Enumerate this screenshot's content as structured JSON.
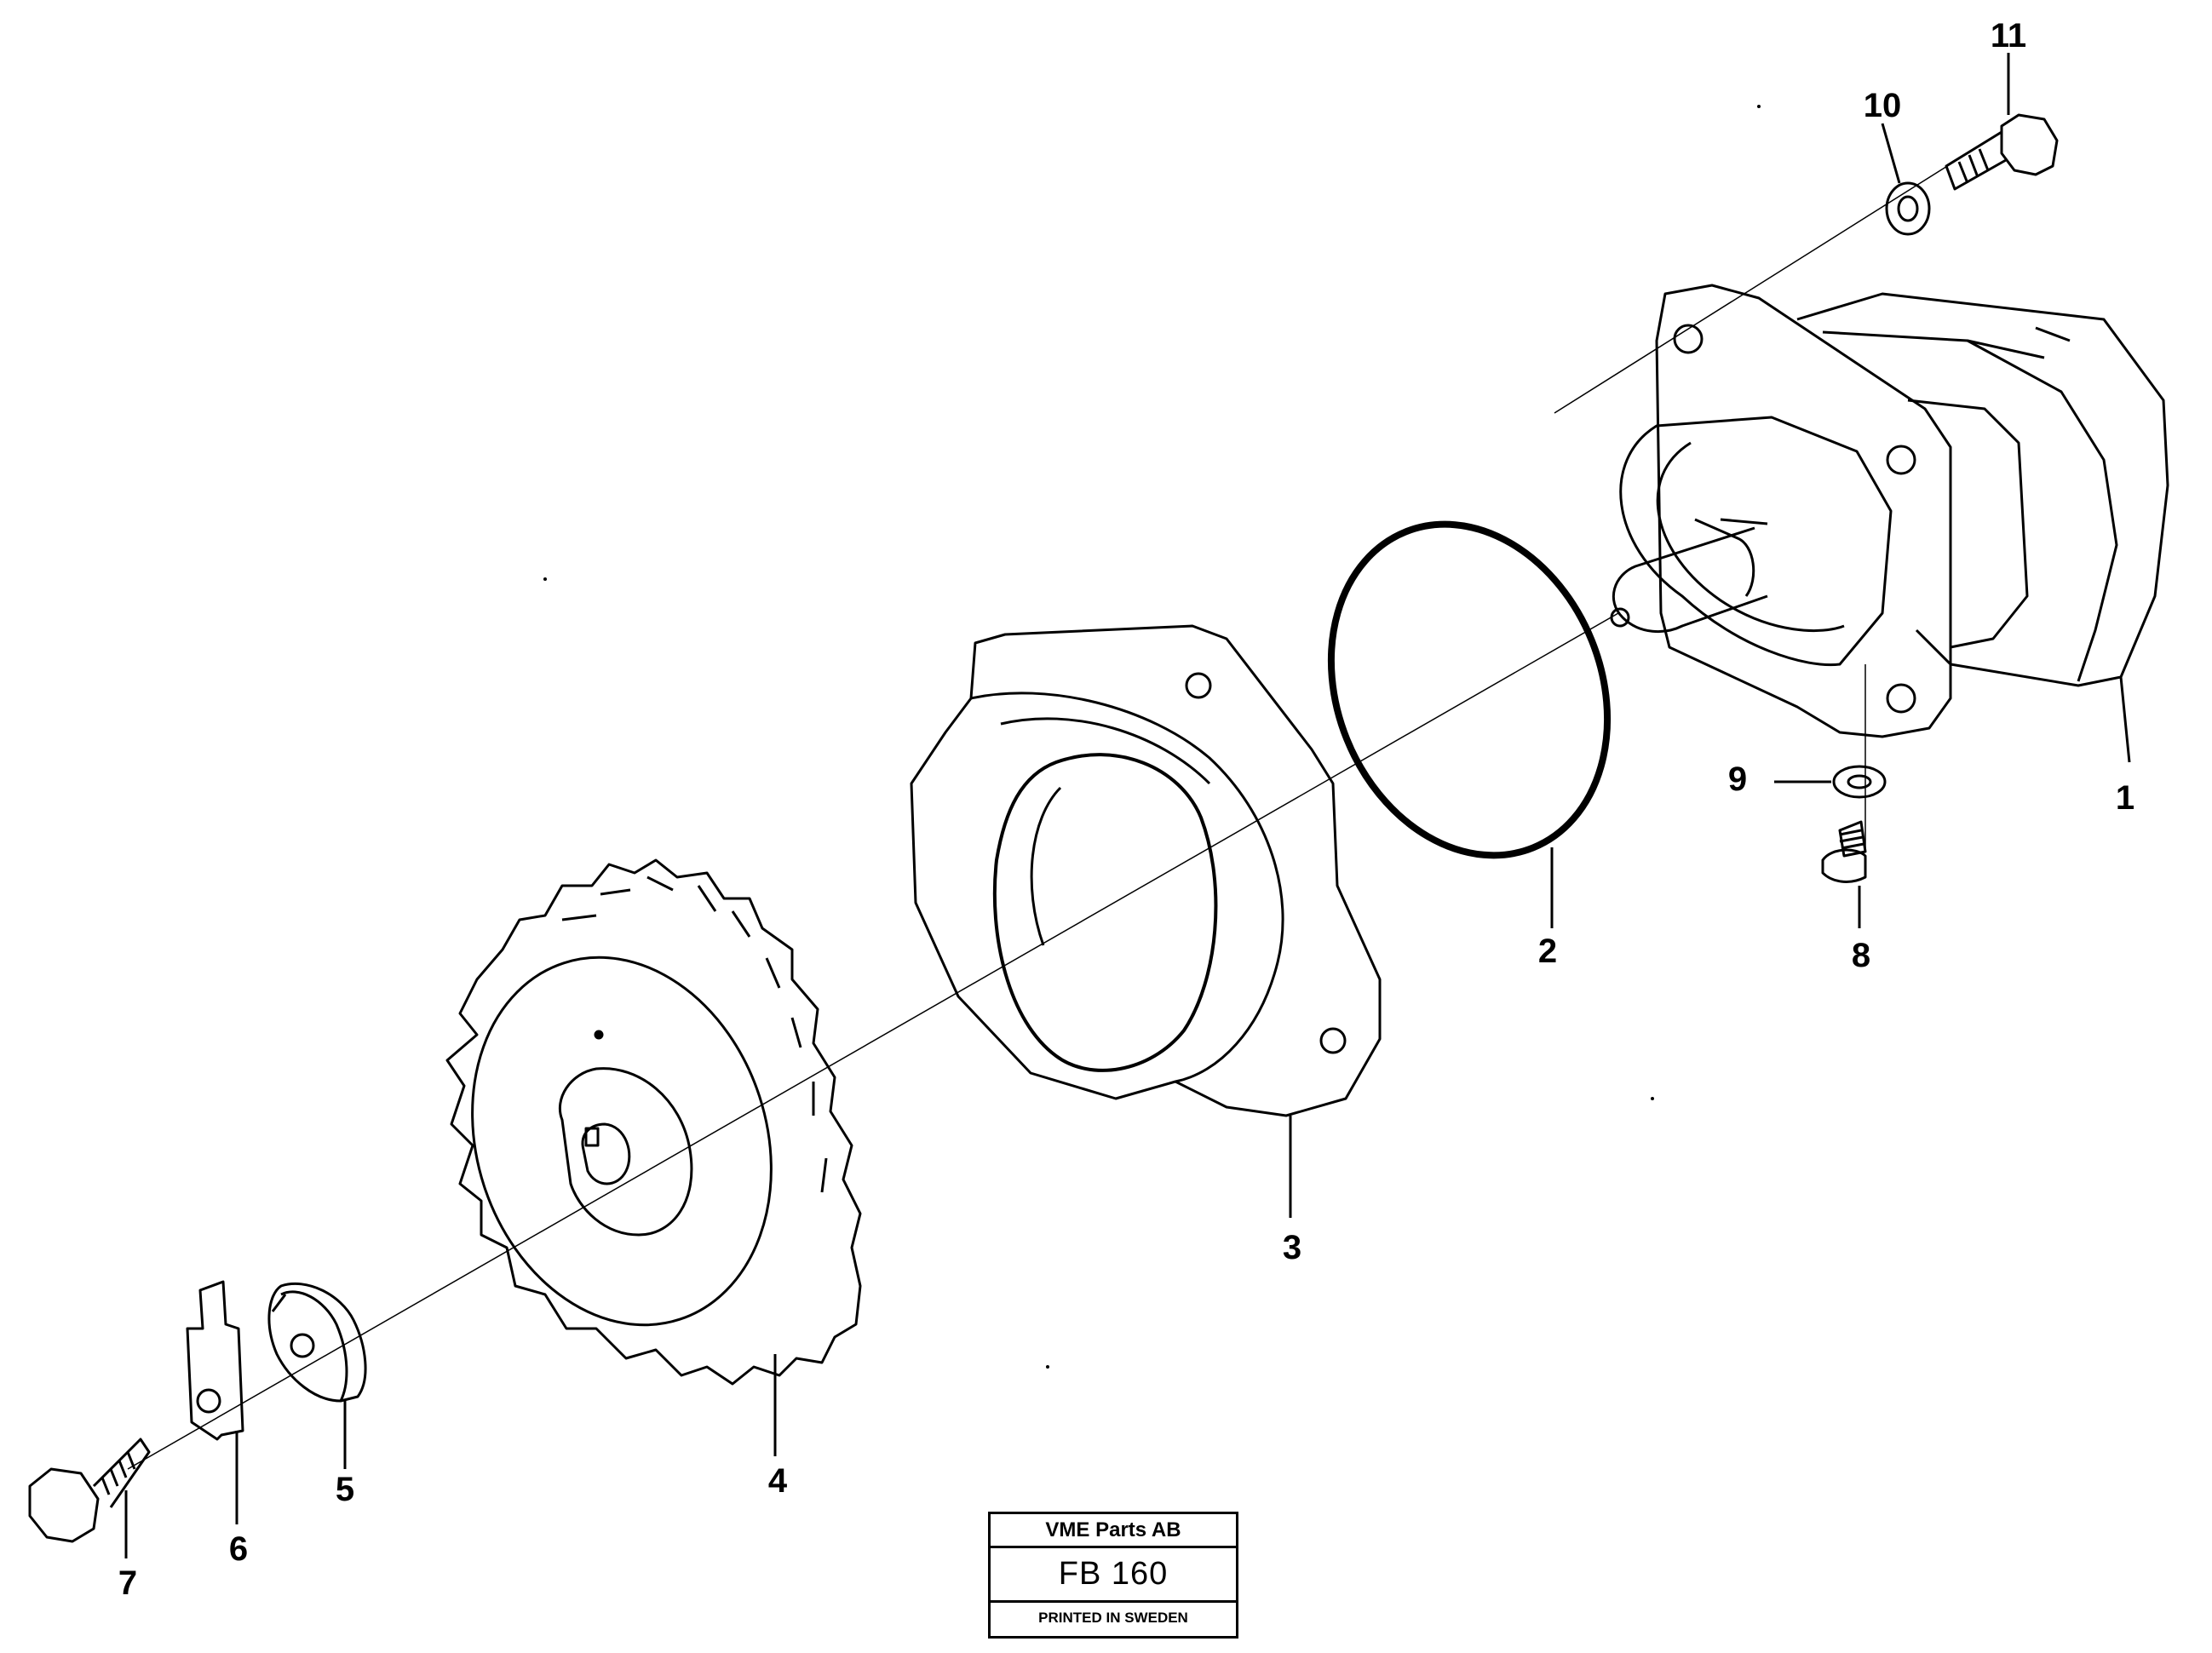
{
  "callouts": [
    "1",
    "2",
    "3",
    "4",
    "5",
    "6",
    "7",
    "8",
    "9",
    "10",
    "11"
  ],
  "title_block": {
    "company": "VME Parts AB",
    "code": "FB 160",
    "printed": "PRINTED IN SWEDEN"
  },
  "colors": {
    "ink": "#000000",
    "paper": "#ffffff"
  }
}
